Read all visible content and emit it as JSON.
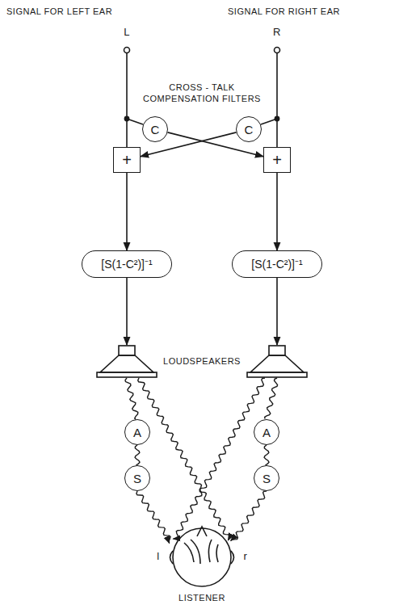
{
  "diagram": {
    "nodes": [
      {
        "text": [
          "C"
        ]
      },
      {
        "text": [
          "C"
        ]
      },
      {
        "text": [
          "+"
        ]
      },
      {
        "text": [
          "+"
        ]
      },
      {
        "text": [
          "[S(1-C²)]⁻¹"
        ]
      },
      {
        "text": [
          "[S(1-C²)]⁻¹"
        ]
      },
      {
        "text": [
          "A"
        ]
      },
      {
        "text": [
          "A"
        ]
      },
      {
        "text": [
          "S"
        ]
      },
      {
        "text": [
          "S"
        ]
      }
    ],
    "edges": [
      {
        "from": 0,
        "to": 3,
        "arrow": "to"
      },
      {
        "from": 1,
        "to": 2,
        "arrow": "to"
      },
      {
        "from": 2,
        "to": 4,
        "arrow": "to"
      },
      {
        "from": 3,
        "to": 5,
        "arrow": "to"
      },
      {
        "from": 6,
        "to": 8,
        "arrow": "none"
      },
      {
        "from": 7,
        "to": 9,
        "arrow": "none"
      }
    ],
    "labels": [
      "SIGNAL FOR LEFT EAR",
      "SIGNAL FOR RIGHT EAR",
      "L",
      "R",
      "CROSS - TALK COMPENSATION FILTERS",
      "LOUDSPEAKERS",
      "l",
      "r",
      "LISTENER"
    ]
  }
}
